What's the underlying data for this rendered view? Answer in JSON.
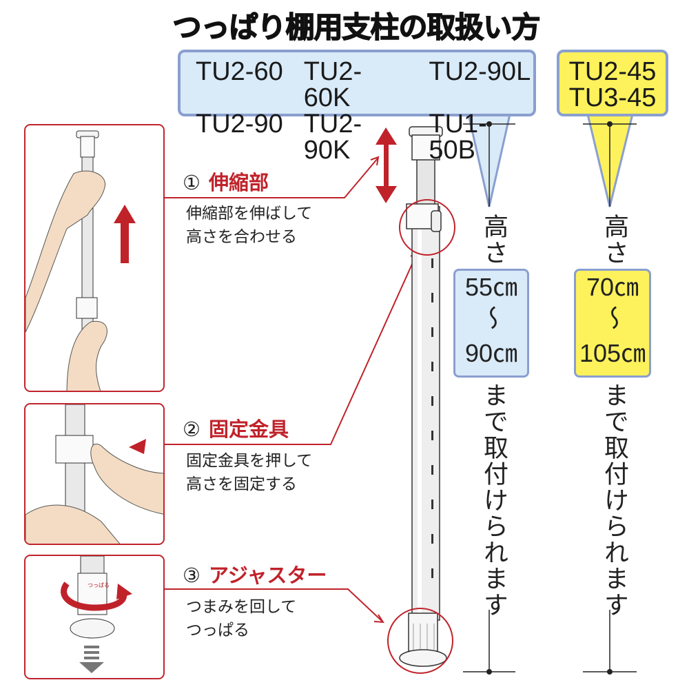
{
  "title": "つっぱり棚用支柱の取扱い方",
  "models_blue": [
    "TU2-60",
    "TU2-60K",
    "TU2-90L",
    "TU2-90",
    "TU2-90K",
    "TU1-50B"
  ],
  "models_yellow": [
    "TU2-45",
    "TU3-45"
  ],
  "steps": [
    {
      "num": "①",
      "title": "伸縮部",
      "desc": "伸縮部を伸ばして\n高さを合わせる"
    },
    {
      "num": "②",
      "title": "固定金具",
      "desc": "固定金具を押して\n高さを固定する"
    },
    {
      "num": "③",
      "title": "アジャスター",
      "desc": "つまみを回して\nつっぱる"
    }
  ],
  "height_label": "高さ",
  "mount_label": "まで取付けられます",
  "ranges": {
    "blue": {
      "min": "55㎝",
      "sep": "〜",
      "max": "90㎝"
    },
    "yellow": {
      "min": "70㎝",
      "sep": "〜",
      "max": "105㎝"
    }
  },
  "adjuster_print": "つっぱる",
  "colors": {
    "accent_red": "#c0222a",
    "blue_bg": "#d9eaf8",
    "yellow_bg": "#fdf25b",
    "border": "#8a9fcf"
  }
}
